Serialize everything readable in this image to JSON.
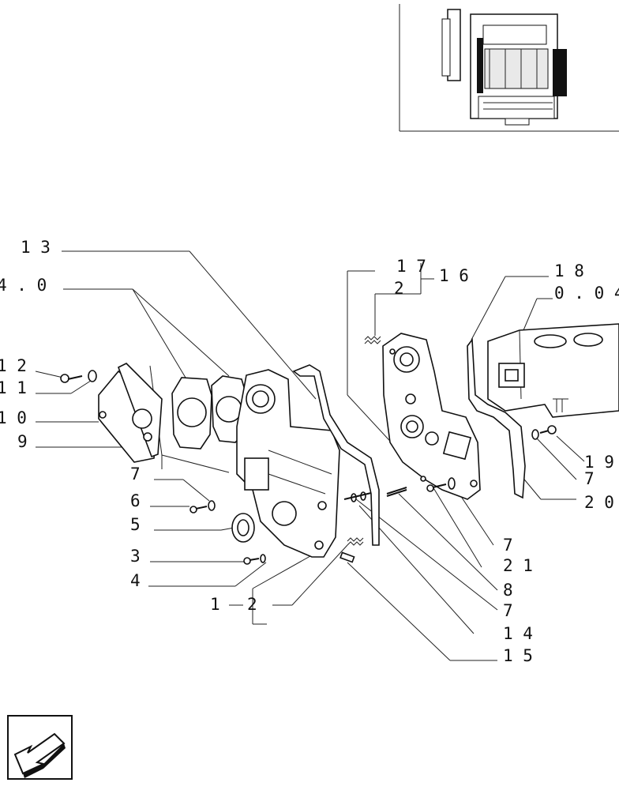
{
  "diagram": {
    "callouts": [
      {
        "id": "c13",
        "label": "1 3"
      },
      {
        "id": "c40",
        "label": "4 . 0"
      },
      {
        "id": "c17",
        "label": "1 7"
      },
      {
        "id": "c16",
        "label": "1 6"
      },
      {
        "id": "c2a",
        "label": "2"
      },
      {
        "id": "c18",
        "label": "1 8"
      },
      {
        "id": "c004",
        "label": "0 . 0 4"
      },
      {
        "id": "c12",
        "label": "1 2"
      },
      {
        "id": "c11",
        "label": "1 1"
      },
      {
        "id": "c10",
        "label": "1 0"
      },
      {
        "id": "c9",
        "label": "9"
      },
      {
        "id": "c7a",
        "label": "7"
      },
      {
        "id": "c6",
        "label": "6"
      },
      {
        "id": "c5",
        "label": "5"
      },
      {
        "id": "c3",
        "label": "3"
      },
      {
        "id": "c4",
        "label": "4"
      },
      {
        "id": "c1",
        "label": "1"
      },
      {
        "id": "c2b",
        "label": "2"
      },
      {
        "id": "c19",
        "label": "1 9"
      },
      {
        "id": "c7b",
        "label": "7"
      },
      {
        "id": "c20",
        "label": "2 0"
      },
      {
        "id": "c7c",
        "label": "7"
      },
      {
        "id": "c21",
        "label": "2 1"
      },
      {
        "id": "c8",
        "label": "8"
      },
      {
        "id": "c7d",
        "label": "7"
      },
      {
        "id": "c14",
        "label": "1 4"
      },
      {
        "id": "c15",
        "label": "1 5"
      }
    ]
  },
  "icons": {
    "engine_thumbnail": "engine-thumbnail-icon",
    "nav_arrow": "previous-page-arrow-icon"
  }
}
